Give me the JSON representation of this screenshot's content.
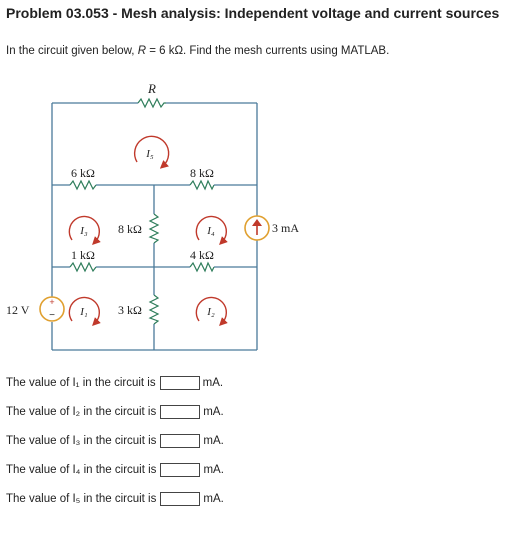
{
  "header": {
    "title": "Problem 03.053 - Mesh analysis: Independent voltage and current sources",
    "prompt_prefix": "In the circuit given below, ",
    "prompt_var": "R",
    "prompt_suffix": " = 6 kΩ. Find the mesh currents using MATLAB."
  },
  "circuit": {
    "r_label": "R",
    "r_top_left": "6 kΩ",
    "r_top_right": "8 kΩ",
    "r_mid_vertical": "8 kΩ",
    "r_mid_left": "1 kΩ",
    "r_mid_right": "4 kΩ",
    "r_bottom_vertical": "3 kΩ",
    "voltage_source": "12 V",
    "current_source": "3 mA",
    "plus_sign": "+",
    "minus_sign": "−",
    "mesh_I1": "I₁",
    "mesh_I2": "I₂",
    "mesh_I3": "I₃",
    "mesh_I4": "I₄",
    "mesh_I5": "I₅"
  },
  "questions": [
    {
      "label": "The value of I₁ in the circuit is",
      "value": "",
      "unit": "mA."
    },
    {
      "label": "The value of I₂ in the circuit is",
      "value": "",
      "unit": "mA."
    },
    {
      "label": "The value of I₃ in the circuit is",
      "value": "",
      "unit": "mA."
    },
    {
      "label": "The value of I₄ in the circuit is",
      "value": "",
      "unit": "mA."
    },
    {
      "label": "The value of I₅ in the circuit is",
      "value": "",
      "unit": "mA."
    }
  ],
  "colors": {
    "wire": "#4a7a9a",
    "resistor": "#2e7d5b",
    "mesh_arrow": "#c0392b",
    "source_ring": "#e0a030"
  }
}
